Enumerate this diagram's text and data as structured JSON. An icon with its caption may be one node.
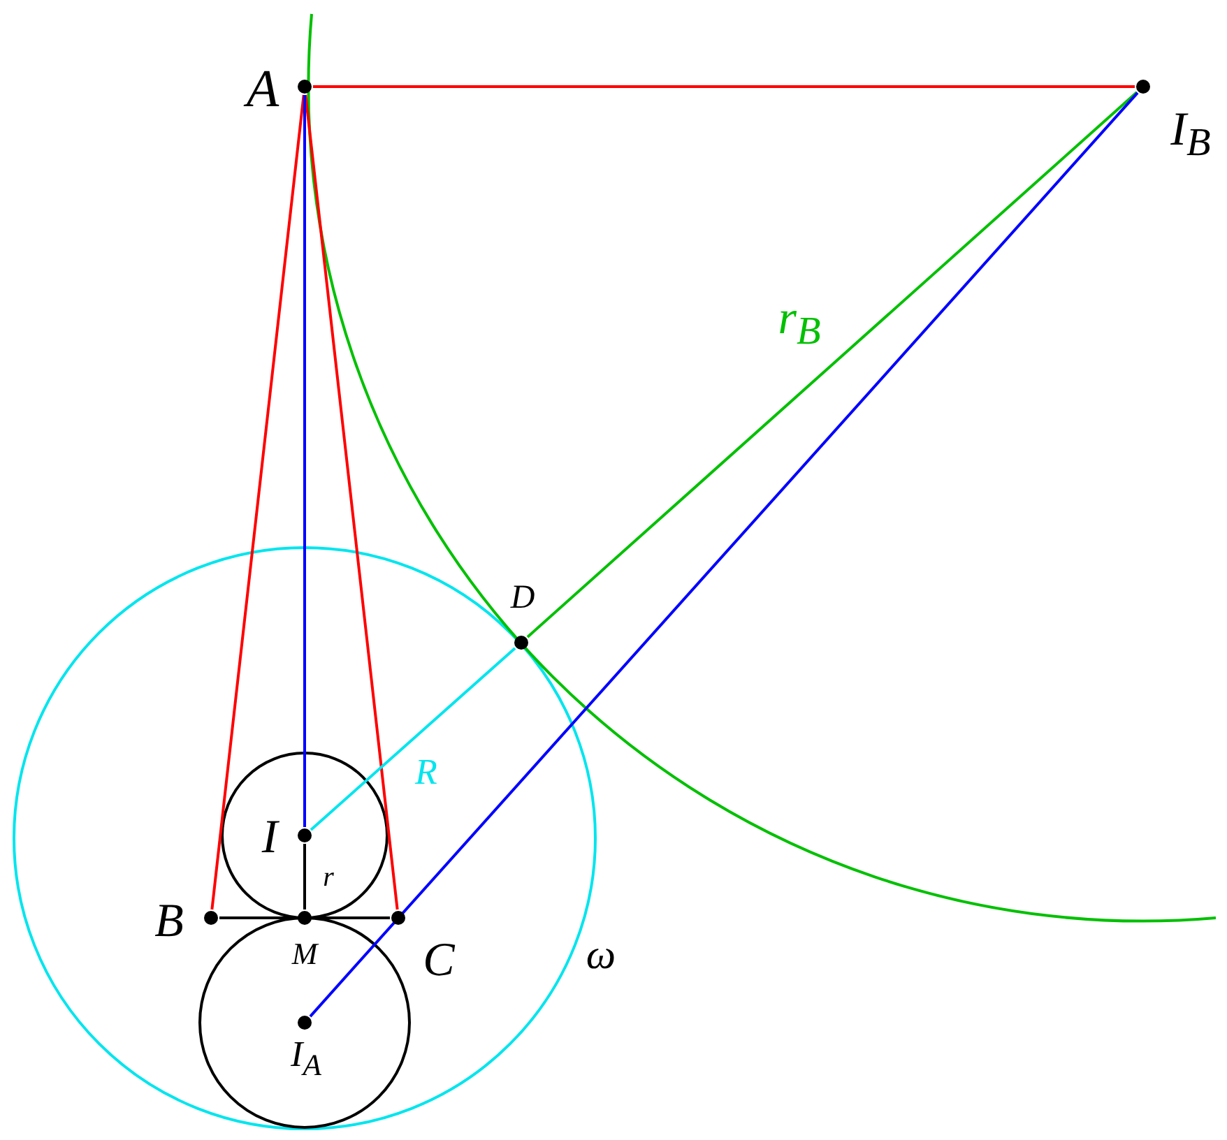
{
  "diagram": {
    "nodes": [
      {
        "text": [],
        "shape": "circle",
        "beside": [
          "A"
        ]
      },
      {
        "text": [],
        "shape": "circle",
        "beside": [
          "I$_{B}$"
        ]
      },
      {
        "text": [],
        "shape": "circle",
        "beside": [
          "D"
        ]
      },
      {
        "text": [],
        "shape": "circle",
        "beside": [
          "I"
        ]
      },
      {
        "text": [],
        "shape": "circle",
        "beside": [
          "B"
        ]
      },
      {
        "text": [],
        "shape": "circle",
        "beside": [
          "M"
        ]
      },
      {
        "text": [],
        "shape": "circle",
        "beside": [
          "C"
        ]
      },
      {
        "text": [],
        "shape": "circle",
        "beside": [
          "I$_{A}$"
        ]
      }
    ],
    "edges": [
      {
        "from": 0,
        "to": 1,
        "arrow": "none",
        "color": "#ff0000"
      },
      {
        "from": 0,
        "to": 4,
        "arrow": "none",
        "color": "#ff0000"
      },
      {
        "from": 0,
        "to": 6,
        "arrow": "none",
        "color": "#ff0000"
      },
      {
        "from": 0,
        "to": 3,
        "arrow": "none",
        "color": "#0000ff"
      },
      {
        "from": 3,
        "to": 5,
        "arrow": "none",
        "label": "r",
        "color": "#000000"
      },
      {
        "from": 4,
        "to": 5,
        "arrow": "none",
        "color": "#000000"
      },
      {
        "from": 5,
        "to": 6,
        "arrow": "none",
        "color": "#000000"
      },
      {
        "from": 1,
        "to": 2,
        "arrow": "none",
        "label": "r$_{B}$",
        "color": "#00c000"
      },
      {
        "from": 2,
        "to": 3,
        "arrow": "none",
        "label": "R",
        "color": "#00e5ee"
      },
      {
        "from": 1,
        "to": 7,
        "arrow": "none",
        "color": "#0000ff"
      }
    ],
    "labels": [
      "ω"
    ]
  }
}
